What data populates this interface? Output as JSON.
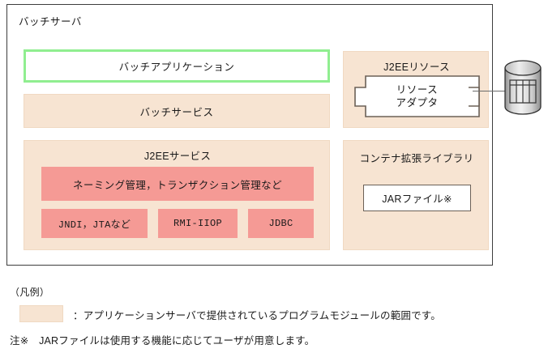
{
  "diagram": {
    "server": {
      "title": "バッチサーバ",
      "batch_application": "バッチアプリケーション",
      "batch_service": "バッチサービス",
      "j2ee_service": {
        "title": "J2EEサービス",
        "naming": "ネーミング管理，トランザクション管理など",
        "items": [
          {
            "label": "JNDI，JTAなど"
          },
          {
            "label": "RMI-IIOP"
          },
          {
            "label": "JDBC"
          }
        ]
      },
      "j2ee_resource": {
        "title": "J2EEリソース",
        "adapter_line1": "リソース",
        "adapter_line2": "アダプタ"
      },
      "container_library": {
        "title": "コンテナ拡張ライブラリ",
        "jar_file": "JARファイル※"
      }
    },
    "database": {
      "icon": "database-cylinder-icon"
    },
    "legend": {
      "title": "（凡例）",
      "swatch_text": "：アプリケーションサーバで提供されているプログラムモジュールの範囲です。",
      "note": "注※　JARファイルは使用する機能に応じてユーザが用意します。"
    },
    "colors": {
      "beige": "#f7e4d2",
      "beige_border": "#f0d9c2",
      "pink": "#f59a95",
      "green_border": "#90ee90",
      "outline": "#3d3d3d",
      "box_outline": "#6b6057"
    }
  }
}
